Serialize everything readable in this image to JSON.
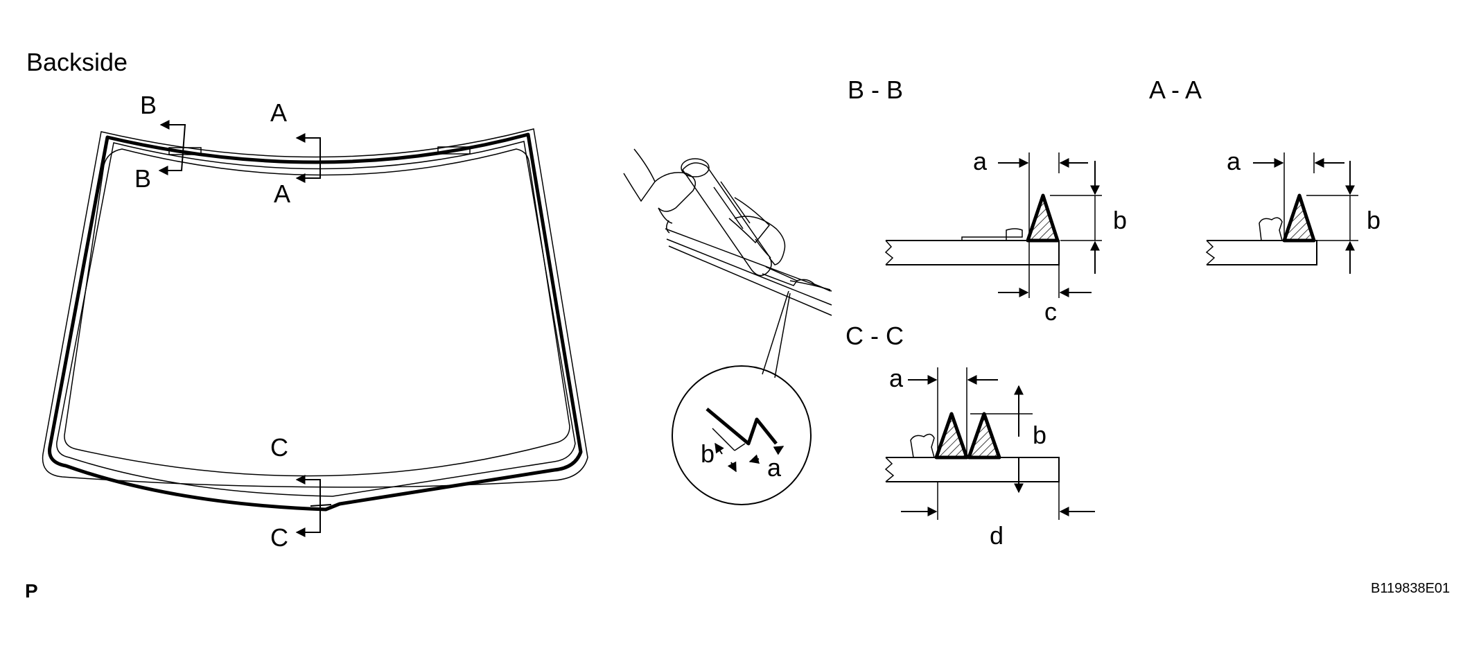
{
  "labels": {
    "backside": "Backside",
    "section_bb": "B - B",
    "section_aa": "A - A",
    "section_cc": "C - C",
    "corner_p": "P",
    "figure_code": "B119838E01"
  },
  "cut_letters": {
    "a": "A",
    "b": "B",
    "c": "C"
  },
  "dimension_letters": {
    "a": "a",
    "b": "b",
    "c": "c",
    "d": "d"
  }
}
